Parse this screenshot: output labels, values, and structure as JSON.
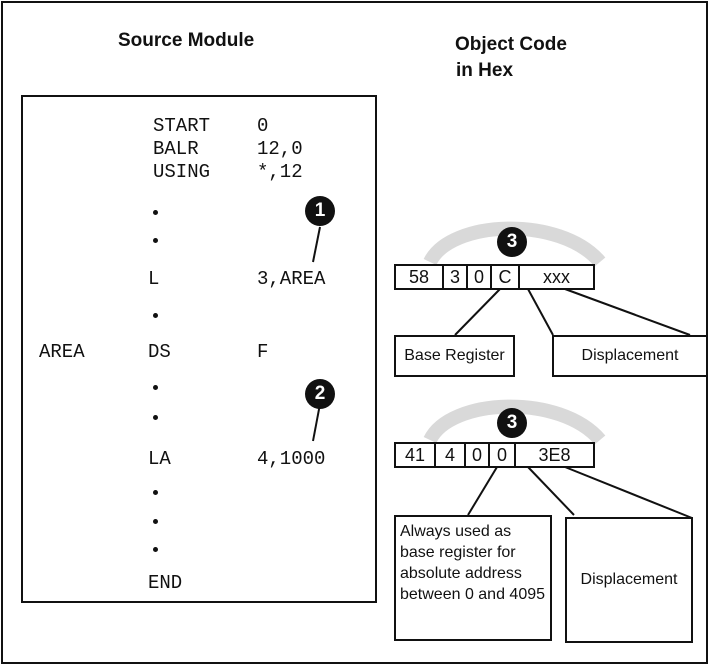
{
  "headings": {
    "source": "Source Module",
    "object_line1": "Object Code",
    "object_line2": "in Hex"
  },
  "source_lines": {
    "start": {
      "op": "START",
      "operand": "0"
    },
    "balr": {
      "op": "BALR",
      "operand": "12,0"
    },
    "using": {
      "op": "USING",
      "operand": "*,12"
    },
    "load": {
      "op": "L",
      "operand": "3,AREA"
    },
    "ds": {
      "label": "AREA",
      "op": "DS",
      "operand": "F"
    },
    "la": {
      "op": "LA",
      "operand": "4,1000"
    },
    "end": {
      "op": "END"
    }
  },
  "callouts": {
    "one": "1",
    "two": "2",
    "three_top": "3",
    "three_bottom": "3"
  },
  "hex_top": [
    "58",
    "3",
    "0",
    "C",
    "xxx"
  ],
  "hex_bottom": [
    "41",
    "4",
    "0",
    "0",
    "3E8"
  ],
  "labels": {
    "base_register": "Base Register",
    "displacement_top": "Displacement",
    "always_used": "Always used as base register for absolute address between 0 and 4095",
    "displacement_bottom": "Displacement"
  },
  "colors": {
    "ink": "#111111",
    "background": "#ffffff",
    "halo": "#d9d9d9"
  }
}
